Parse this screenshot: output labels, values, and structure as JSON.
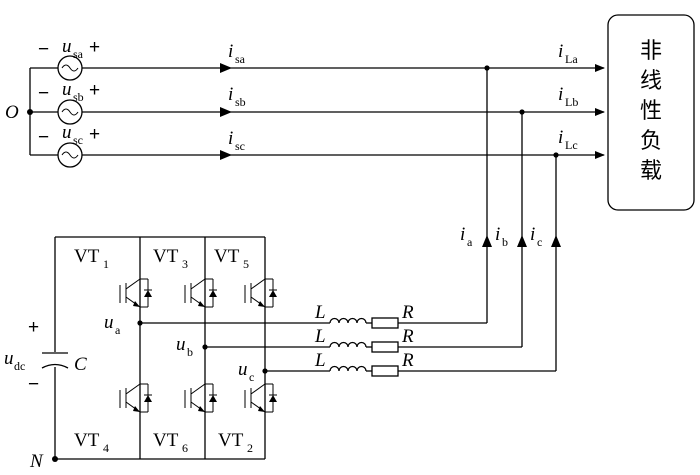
{
  "source": {
    "neutral_label": "O",
    "minus": "−",
    "plus": "+",
    "voltages": [
      {
        "sym": "u",
        "sub": "sa"
      },
      {
        "sym": "u",
        "sub": "sb"
      },
      {
        "sym": "u",
        "sub": "sc"
      }
    ]
  },
  "line_currents": [
    {
      "sym": "i",
      "sub": "sa"
    },
    {
      "sym": "i",
      "sub": "sb"
    },
    {
      "sym": "i",
      "sub": "sc"
    }
  ],
  "load_currents": [
    {
      "sym": "i",
      "sub": "La"
    },
    {
      "sym": "i",
      "sub": "Lb"
    },
    {
      "sym": "i",
      "sub": "Lc"
    }
  ],
  "load": {
    "chars": [
      "非",
      "线",
      "性",
      "负",
      "载"
    ]
  },
  "comp_currents": [
    {
      "sym": "i",
      "sub": "a"
    },
    {
      "sym": "i",
      "sub": "b"
    },
    {
      "sym": "i",
      "sub": "c"
    }
  ],
  "switches": [
    {
      "sym": "VT",
      "sub": "1"
    },
    {
      "sym": "VT",
      "sub": "3"
    },
    {
      "sym": "VT",
      "sub": "5"
    },
    {
      "sym": "VT",
      "sub": "4"
    },
    {
      "sym": "VT",
      "sub": "6"
    },
    {
      "sym": "VT",
      "sub": "2"
    }
  ],
  "phase_voltages": [
    {
      "sym": "u",
      "sub": "a"
    },
    {
      "sym": "u",
      "sub": "b"
    },
    {
      "sym": "u",
      "sub": "c"
    }
  ],
  "filter": {
    "L": "L",
    "R": "R"
  },
  "dc": {
    "sym": "u",
    "sub": "dc",
    "cap": "C",
    "plus": "+",
    "minus": "−",
    "neg_label": "N"
  }
}
